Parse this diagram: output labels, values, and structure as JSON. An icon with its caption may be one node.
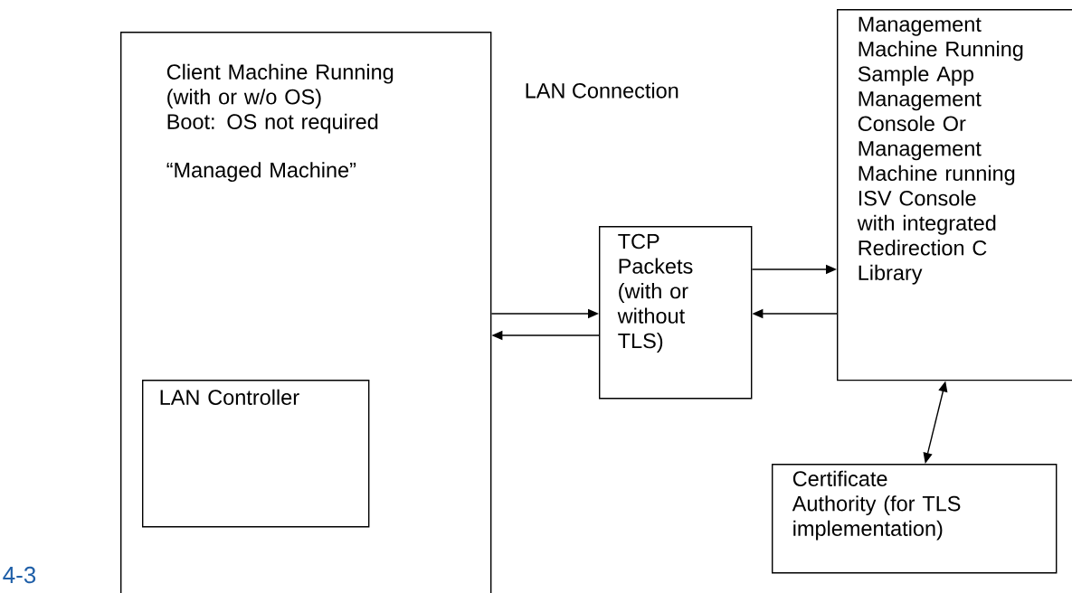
{
  "diagram": {
    "nodes": [
      {
        "text": [
          "Client Machine Running (with or w/o OS)",
          "Boot: OS not required",
          "“Managed Machine”"
        ]
      },
      {
        "text": [
          "LAN Controller"
        ],
        "in": 0
      },
      {
        "text": [
          "TCP Packets (with or without TLS)"
        ]
      },
      {
        "text": [
          "Management Machine Running Sample App Management Console Or Management Machine running ISV Console with integrated Redirection C Library"
        ]
      },
      {
        "text": [
          "Certificate Authority (for TLS implementation)"
        ]
      }
    ],
    "edges": [
      {
        "from": 0,
        "to": 2,
        "arrow": "to"
      },
      {
        "from": 2,
        "to": 0,
        "arrow": "to"
      },
      {
        "from": 2,
        "to": 3,
        "arrow": "to"
      },
      {
        "from": 3,
        "to": 2,
        "arrow": "to"
      },
      {
        "from": 3,
        "to": 4,
        "arrow": "both"
      }
    ],
    "labels": [
      "LAN Connection",
      "4-3"
    ]
  }
}
